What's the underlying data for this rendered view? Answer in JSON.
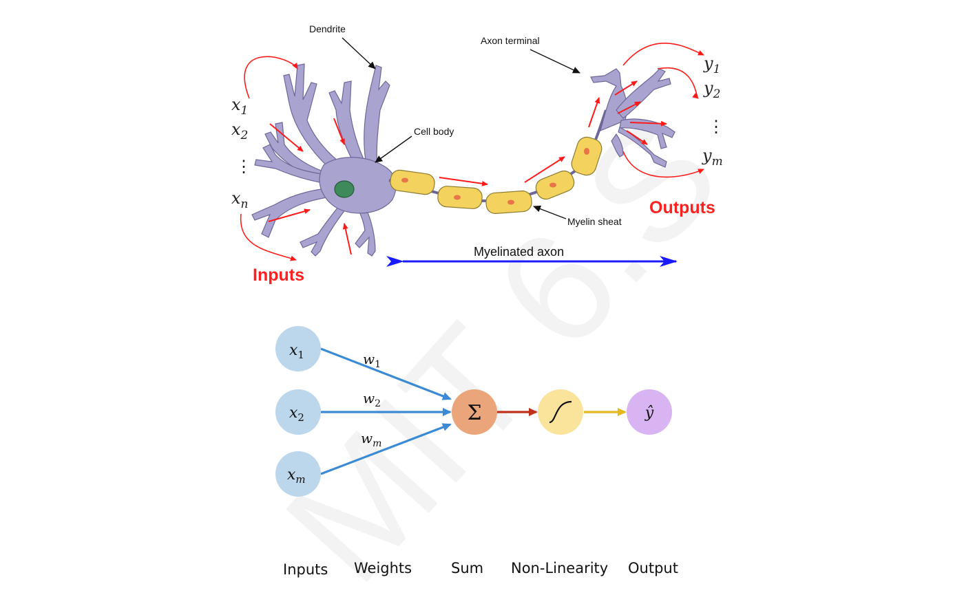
{
  "neuron": {
    "dendrite_label": "Dendrite",
    "axon_terminal_label": "Axon terminal",
    "cell_body_label": "Cell body",
    "myelin_sheath_label": "Myelin sheat",
    "myelinated_axon_label": "Myelinated axon",
    "inputs_label": "Inputs",
    "outputs_label": "Outputs",
    "input_vars": [
      {
        "base": "x",
        "sub": "1"
      },
      {
        "base": "x",
        "sub": "2"
      },
      {
        "base": "x",
        "sub": "n"
      }
    ],
    "output_vars": [
      {
        "base": "y",
        "sub": "1"
      },
      {
        "base": "y",
        "sub": "2"
      },
      {
        "base": "y",
        "sub": "m"
      }
    ],
    "ellipsis": "⋮",
    "colors": {
      "cell": "#a9a4cf",
      "cell_outline": "#6d6699",
      "nucleus": "#3f8a5a",
      "myelin": "#f3d35e",
      "myelin_outline": "#8a7a30",
      "myelin_dot": "#e8754a",
      "signal_arrow": "#ff1a1a",
      "axon_arrow": "#1a1aff",
      "label_red": "#ff2020"
    }
  },
  "perceptron": {
    "inputs": [
      {
        "base": "x",
        "sub": "1"
      },
      {
        "base": "x",
        "sub": "2"
      },
      {
        "base": "x",
        "sub": "m"
      }
    ],
    "weights": [
      {
        "base": "w",
        "sub": "1"
      },
      {
        "base": "w",
        "sub": "2"
      },
      {
        "base": "w",
        "sub": "m"
      }
    ],
    "sum_symbol": "Σ",
    "output_symbol": "ŷ",
    "watermark": "MIT 6.S",
    "stage_labels": [
      "Inputs",
      "Weights",
      "Sum",
      "Non-Linearity",
      "Output"
    ],
    "colors": {
      "input_node": "#bcd6ec",
      "sum_node": "#eba57a",
      "nonlin_node": "#fae49c",
      "output_node": "#d8b4f3",
      "edge_blue": "#3a8ad6",
      "edge_red": "#c0311a",
      "edge_gold": "#e6b820",
      "watermark": "#f2f2f2"
    }
  }
}
